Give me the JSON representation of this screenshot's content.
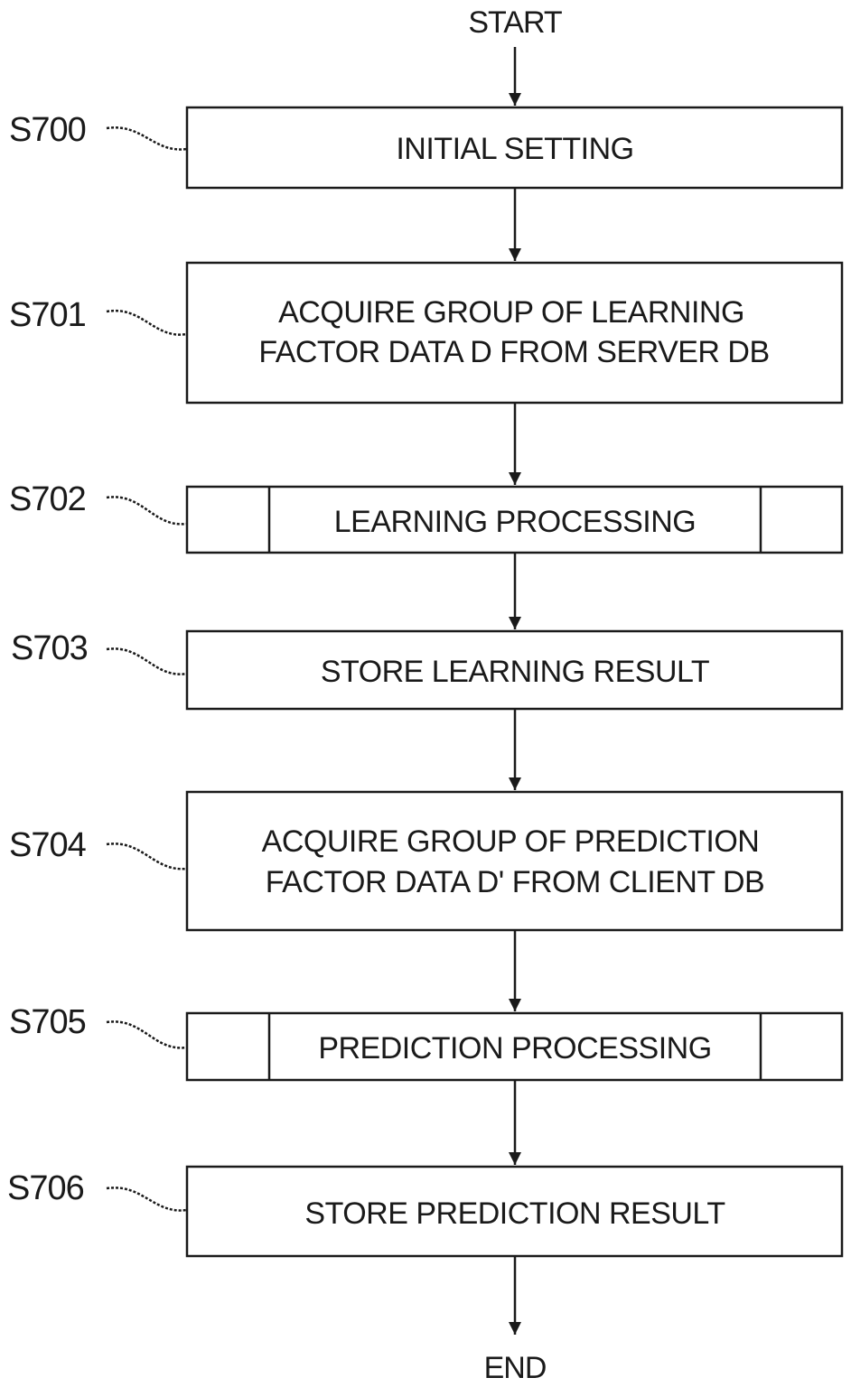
{
  "flow": {
    "start": "START",
    "end": "END",
    "steps": [
      {
        "id": "S700",
        "kind": "process",
        "lines": [
          "INITIAL SETTING"
        ]
      },
      {
        "id": "S701",
        "kind": "process",
        "lines": [
          "ACQUIRE GROUP OF LEARNING",
          "FACTOR DATA D FROM SERVER DB"
        ]
      },
      {
        "id": "S702",
        "kind": "predefined-process",
        "lines": [
          "LEARNING PROCESSING"
        ]
      },
      {
        "id": "S703",
        "kind": "process",
        "lines": [
          "STORE LEARNING RESULT"
        ]
      },
      {
        "id": "S704",
        "kind": "process",
        "lines": [
          "ACQUIRE GROUP OF PREDICTION",
          "FACTOR DATA D' FROM CLIENT DB"
        ]
      },
      {
        "id": "S705",
        "kind": "predefined-process",
        "lines": [
          "PREDICTION PROCESSING"
        ]
      },
      {
        "id": "S706",
        "kind": "process",
        "lines": [
          "STORE PREDICTION RESULT"
        ]
      }
    ]
  }
}
